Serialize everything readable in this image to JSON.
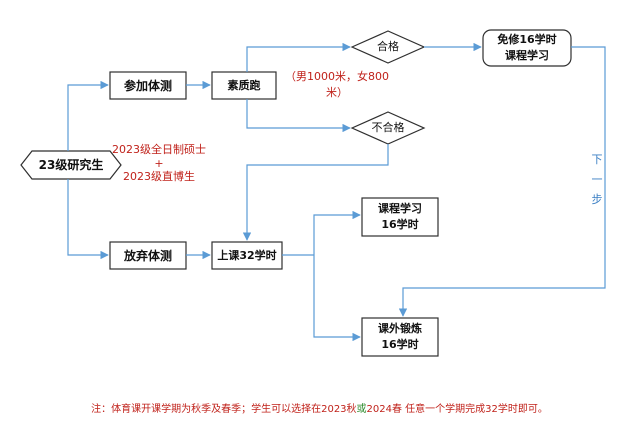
{
  "nodes": {
    "start": "23级研究生",
    "start_note_line1": "2023级全日制硕士",
    "start_note_plus": "+",
    "start_note_line2": "2023级直博生",
    "take_test": "参加体测",
    "fitness_run": "素质跑",
    "run_note": "（男1000米，女800米）",
    "pass": "合格",
    "fail": "不合格",
    "exempt_line1": "免修16学时",
    "exempt_line2": "课程学习",
    "give_up": "放弃体测",
    "class_32": "上课32学时",
    "course_line1": "课程学习",
    "course_line2": "16学时",
    "exercise_line1": "课外锻炼",
    "exercise_line2": "16学时",
    "next_step": [
      "下",
      "一",
      "步"
    ]
  },
  "note": {
    "part1": "注：体育课开课学期为秋季及春季；学生可以选择在2023秋",
    "or": "或",
    "part2": "2024春 任意一个学期完成32学时即可。"
  },
  "colors": {
    "arrow": "#5b9bd5",
    "box_border": "#2f2f2f",
    "note_red": "#c0221b",
    "note_green": "#2a8a2a"
  }
}
